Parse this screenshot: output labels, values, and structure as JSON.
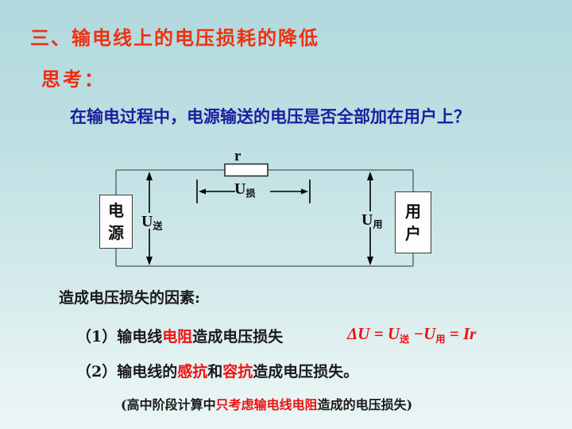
{
  "slide": {
    "title": "三、输电线上的电压损耗的降低",
    "think_label": "思考：",
    "question": "在输电过程中，电源输送的电压是否全部加在用户上？",
    "factors_heading": "造成电压损失的因素:",
    "point1": {
      "prefix": "（1）输电线",
      "highlight": "电阻",
      "suffix": "造成电压损失",
      "formula": "ΔU = U送 − U用 = Ir",
      "formula_parts": {
        "delta_u": "ΔU",
        "eq1": "=",
        "u_send": "U",
        "u_send_sub": "送",
        "minus": "−",
        "u_use": "U",
        "u_use_sub": "用",
        "eq2": "=",
        "ir": "Ir"
      }
    },
    "point2": {
      "prefix": "（2）输电线的",
      "highlight1": "感抗",
      "middle": "和",
      "highlight2": "容抗",
      "suffix": "造成电压损失。"
    },
    "note": {
      "prefix": "(高中阶段计算中",
      "highlight": "只考虑输电线电阻",
      "suffix": "造成的电压损失)"
    }
  },
  "circuit": {
    "resistor_label": "r",
    "source_box_line1": "电",
    "source_box_line2": "源",
    "user_box_line1": "用",
    "user_box_line2": "户",
    "u_loss": "U",
    "u_loss_sub": "损",
    "u_send": "U",
    "u_send_sub": "送",
    "u_use": "U",
    "u_use_sub": "用",
    "wire_color": "#6b8086",
    "arrow_color": "#000000",
    "box_fill": "#fdfdfd"
  },
  "colors": {
    "title_red": "#f03010",
    "question_blue": "#1d1d9e",
    "highlight_red": "#ee1111",
    "body_black": "#1a1a1a",
    "bg_top": "#b2d9de",
    "bg_bottom": "#eaf5f4"
  }
}
